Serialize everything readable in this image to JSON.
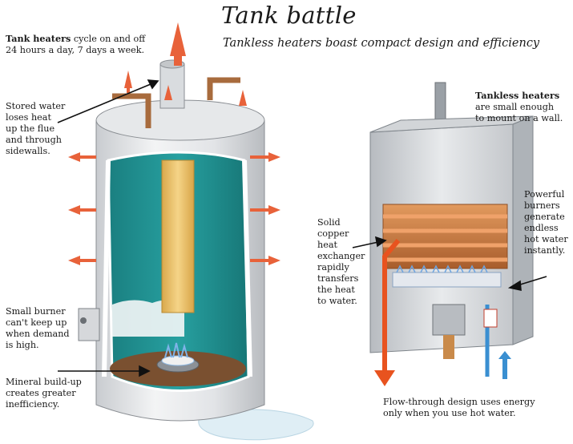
{
  "header": {
    "title": "Tank battle",
    "subtitle": "Tankless heaters boast compact design and efficiency"
  },
  "callouts": {
    "tank_heaters_bold": "Tank heaters",
    "tank_heaters_rest_1": " cycle on and off",
    "tank_heaters_line_2": "24 hours a day, 7 days a week.",
    "stored_water": [
      "Stored water",
      "loses heat",
      "up the flue",
      "and through",
      "sidewalls."
    ],
    "small_burner": [
      "Small burner",
      "can't keep up",
      "when demand",
      "is high."
    ],
    "mineral": [
      "Mineral build-up",
      "creates greater",
      "inefficiency."
    ],
    "tankless_bold": "Tankless heaters",
    "tankless_lines": [
      "are small enough",
      "to mount on a wall."
    ],
    "powerful": [
      "Powerful",
      "burners",
      "generate",
      "endless",
      "hot water",
      "instantly."
    ],
    "solid_copper": [
      "Solid",
      "copper",
      "heat",
      "exchanger",
      "rapidly",
      "transfers",
      "the heat",
      "to water."
    ],
    "flow_through": [
      "Flow-through design uses energy",
      "only when you use hot water."
    ]
  },
  "colors": {
    "heat_arrow": "#e8623a",
    "hot_pipe": "#e8531f",
    "cold_pipe": "#3a8fd1",
    "tank_water": "#1f8f8f",
    "copper": "#c8743e",
    "flue": "#e9c06a"
  }
}
